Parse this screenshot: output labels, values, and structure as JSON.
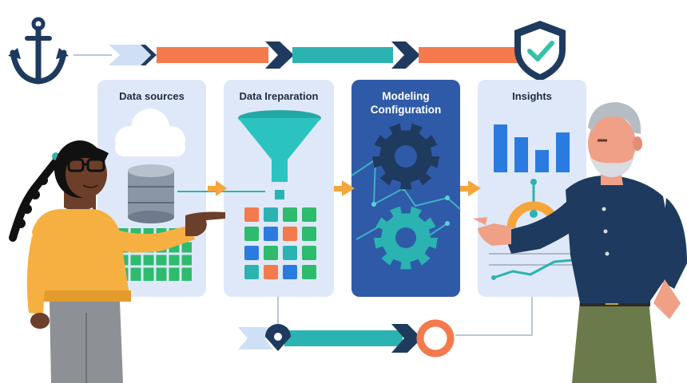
{
  "stages": [
    {
      "label": "Data sources"
    },
    {
      "label": "Data Ireparation"
    },
    {
      "label_line1": "Modeling",
      "label_line2": "Configuration"
    },
    {
      "label": "Insights"
    }
  ],
  "icons": {
    "top_left": "anchor-icon",
    "top_right": "shield-check-icon",
    "stage1": [
      "cloud-icon",
      "database-icon",
      "grid-icon"
    ],
    "stage2": [
      "funnel-icon",
      "color-grid-icon"
    ],
    "stage3": [
      "gear-icon",
      "gear-icon"
    ],
    "stage4": [
      "bar-chart-icon",
      "donut-chart-icon",
      "line-chart-icon"
    ]
  },
  "colors": {
    "navy": "#1e3a5f",
    "orange": "#f47a4d",
    "teal": "#2bb3b1",
    "panel_light": "#dfe8f8",
    "panel_dark": "#2f5aa8",
    "accent_blue": "#2a7be0",
    "yellow_arrow": "#f6a53a",
    "shield_teal": "#35c2a6"
  }
}
